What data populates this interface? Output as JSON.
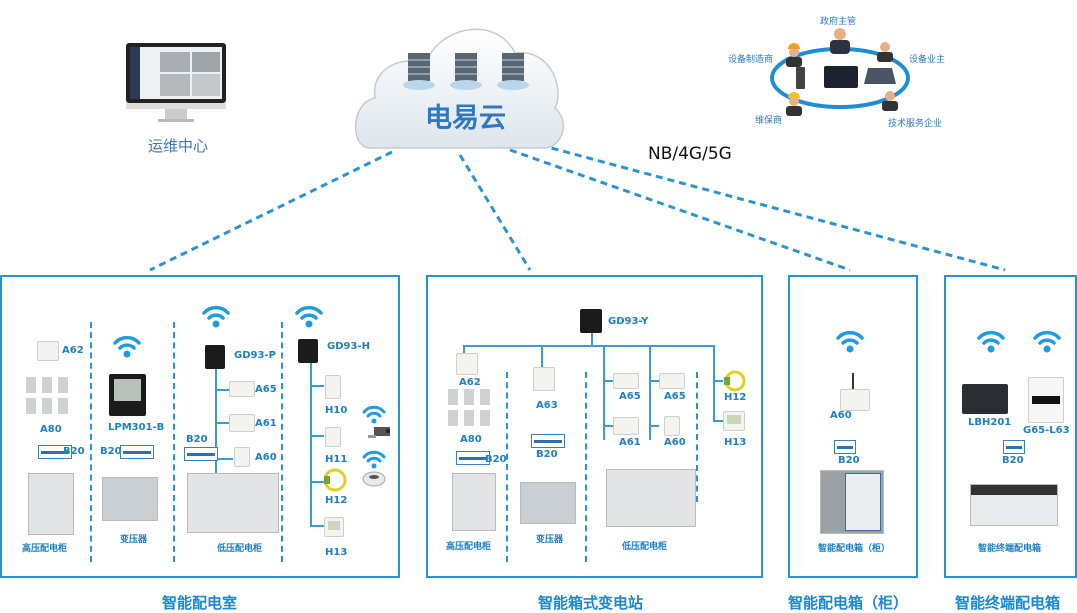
{
  "cloud": {
    "label": "电易云",
    "icon": "server-cloud-icon"
  },
  "ops_center": {
    "label": "运维中心",
    "icon": "monitor-icon"
  },
  "network": {
    "label": "NB/4G/5G"
  },
  "stakeholders": {
    "gov": "政府主管",
    "manufacturer": "设备制造商",
    "owner": "设备业主",
    "maintainer": "维保商",
    "tech_service": "技术服务企业"
  },
  "sections": [
    {
      "title": "智能配电室",
      "labels": {
        "a62": "A62",
        "a80": "A80",
        "b20_1": "B20",
        "hv": "高压配电柜",
        "lpm": "LPM301-B",
        "b20_2": "B20",
        "transformer": "变压器",
        "gd93p": "GD93-P",
        "a65": "A65",
        "a61": "A61",
        "a60": "A60",
        "b20_3": "B20",
        "lv": "低压配电柜",
        "gd93h": "GD93-H",
        "h10": "H10",
        "h11": "H11",
        "h12": "H12",
        "h13": "H13"
      }
    },
    {
      "title": "智能箱式变电站",
      "labels": {
        "gd93y": "GD93-Y",
        "a62": "A62",
        "a80": "A80",
        "b20_1": "B20",
        "hv": "高压配电柜",
        "a63": "A63",
        "b20_2": "B20",
        "transformer": "变压器",
        "a65a": "A65",
        "a61": "A61",
        "a65b": "A65",
        "a60": "A60",
        "lv": "低压配电柜",
        "h12": "H12",
        "h13": "H13"
      }
    },
    {
      "title": "智能配电箱（柜）",
      "labels": {
        "a60": "A60",
        "b20": "B20",
        "box": "智能配电箱（柜）"
      }
    },
    {
      "title": "智能终端配电箱",
      "labels": {
        "lbh": "LBH201",
        "g65": "G65-L63",
        "b20": "B20",
        "box": "智能终端配电箱"
      }
    }
  ]
}
